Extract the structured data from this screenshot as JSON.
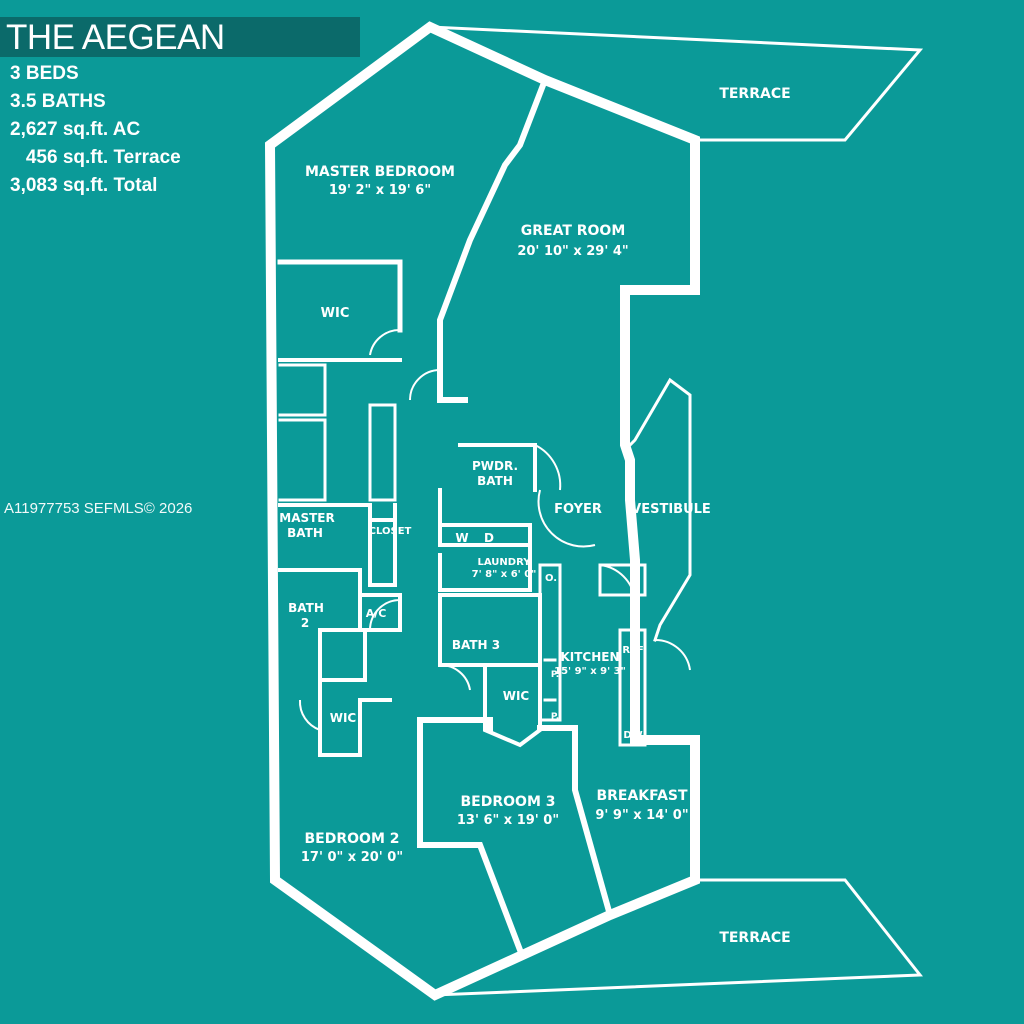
{
  "header": {
    "title": "THE AEGEAN",
    "beds": "3 BEDS",
    "baths": "3.5 BATHS",
    "ac_area": "2,627 sq.ft. AC",
    "terrace_area": "   456 sq.ft. Terrace",
    "total_area": "3,083 sq.ft. Total"
  },
  "watermark": "A11977753  SEFMLS© 2026",
  "rooms": {
    "terrace_top": "TERRACE",
    "master_bedroom": "MASTER BEDROOM",
    "master_bedroom_dim": "19' 2\" x 19' 6\"",
    "great_room": "GREAT ROOM",
    "great_room_dim": "20' 10\" x 29' 4\"",
    "wic_master": "WIC",
    "pwdr_bath_1": "PWDR.",
    "pwdr_bath_2": "BATH",
    "foyer": "FOYER",
    "vestibule": "VESTIBULE",
    "master_bath_1": "MASTER",
    "master_bath_2": "BATH",
    "closet": "CLOSET",
    "washer": "W",
    "dryer": "D",
    "laundry": "LAUNDRY",
    "laundry_dim": "7' 8\" x 6' 0\"",
    "oven": "O.",
    "bath2_1": "BATH",
    "bath2_2": "2",
    "ac": "A/C",
    "bath3": "BATH 3",
    "kitchen": "KITCHEN",
    "kitchen_dim": "15' 9\" x 9' 3\"",
    "ref": "REF",
    "pantry_1": "P.",
    "pantry_2": "P.",
    "wic_bed3": "WIC",
    "wic_bed2": "WIC",
    "dw": "DW",
    "bedroom3": "BEDROOM 3",
    "bedroom3_dim": "13' 6\" x 19' 0\"",
    "breakfast": "BREAKFAST",
    "breakfast_dim": "9' 9\" x 14' 0\"",
    "bedroom2": "BEDROOM 2",
    "bedroom2_dim": "17' 0\" x 20' 0\"",
    "terrace_bottom": "TERRACE"
  },
  "colors": {
    "background": "#0b9a98",
    "title_bar": "#0b6a6a",
    "lines": "#ffffff"
  }
}
